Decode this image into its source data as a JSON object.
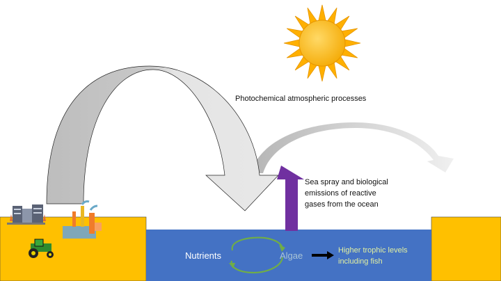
{
  "labels": {
    "photochemical": "Photochemical atmospheric processes",
    "sea_spray": "Sea spray and biological emissions of reactive gases from the ocean",
    "nutrients": "Nutrients",
    "algae": "Algae",
    "higher_trophic": "Higher trophic levels including fish"
  },
  "colors": {
    "land": "#FFC000",
    "ocean": "#4472C4",
    "purple_arrow": "#7030A0",
    "sun": "#FFC000",
    "cycle": "#70AD47",
    "trophic_text": "#E2F0A0"
  }
}
